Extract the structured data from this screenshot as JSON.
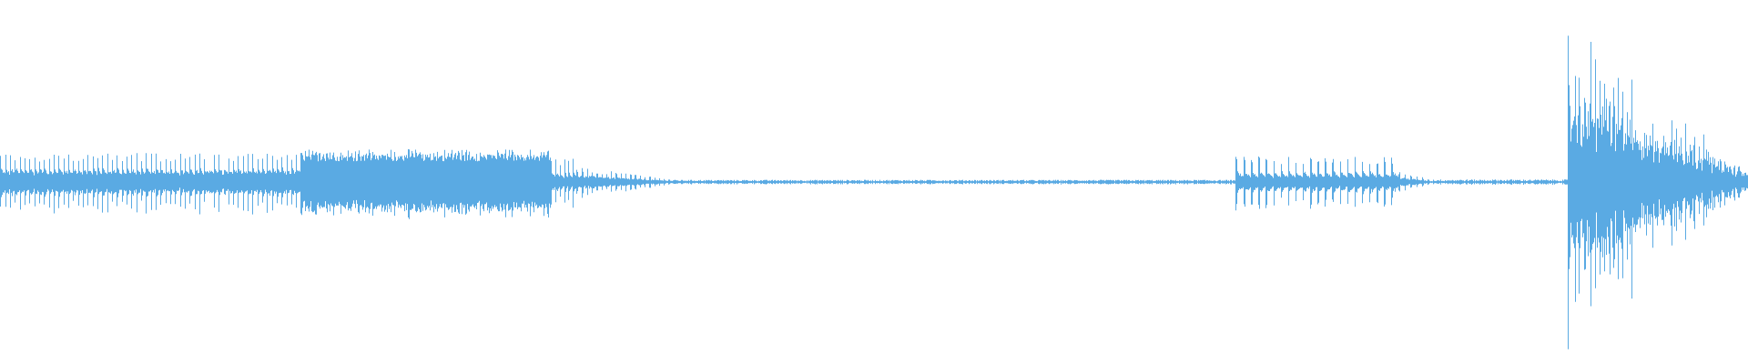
{
  "waveform": {
    "color": "#5aaae3",
    "background": "#ffffff",
    "segments": [
      {
        "start": 0.0,
        "end": 0.172,
        "kind": "pulses",
        "peak": 0.16,
        "floor": 0.05,
        "pulses": 62
      },
      {
        "start": 0.172,
        "end": 0.315,
        "kind": "dense",
        "peak": 0.18,
        "floor": 0.1,
        "pulses": 70
      },
      {
        "start": 0.315,
        "end": 0.33,
        "kind": "pulses",
        "peak": 0.13,
        "floor": 0.03,
        "pulses": 6
      },
      {
        "start": 0.33,
        "end": 0.385,
        "kind": "decay",
        "peak": 0.07,
        "floor": 0.015,
        "pulses": 20
      },
      {
        "start": 0.385,
        "end": 0.707,
        "kind": "quiet",
        "peak": 0.012,
        "floor": 0.004,
        "pulses": 0
      },
      {
        "start": 0.707,
        "end": 0.8,
        "kind": "pulses",
        "peak": 0.14,
        "floor": 0.03,
        "pulses": 22
      },
      {
        "start": 0.8,
        "end": 0.82,
        "kind": "decay",
        "peak": 0.05,
        "floor": 0.01,
        "pulses": 6
      },
      {
        "start": 0.82,
        "end": 0.897,
        "kind": "quiet",
        "peak": 0.014,
        "floor": 0.004,
        "pulses": 0
      },
      {
        "start": 0.897,
        "end": 1.0,
        "kind": "burst",
        "peak": 0.82,
        "floor": 0.1,
        "pulses": 40
      }
    ]
  }
}
